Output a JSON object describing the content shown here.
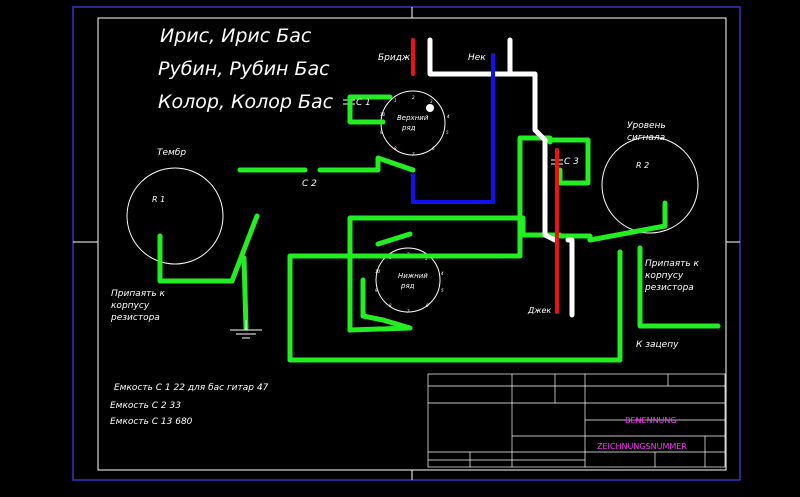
{
  "titles": {
    "line1": "Ирис, Ирис Бас",
    "line2": "Рубин, Рубин Бас",
    "line3": "Колор, Колор Бас"
  },
  "labels": {
    "bridge": "Бридж",
    "neck": "Нек",
    "c1": "C 1",
    "c2": "C 2",
    "c3": "C 3",
    "upper_row_1": "Верхний",
    "upper_row_2": "ряд",
    "lower_row_1": "Нижний",
    "lower_row_2": "ряд",
    "tone": "Тембр",
    "r1": "R 1",
    "r2": "R 2",
    "level_1": "Уровень",
    "level_2": "сигнала",
    "solder_left_1": "Припаять к",
    "solder_left_2": "корпусу",
    "solder_left_3": "резистора",
    "solder_right_1": "Припаять к",
    "solder_right_2": "корпусу",
    "solder_right_3": "резистора",
    "jack": "Джек",
    "to_clip": "К зацепу"
  },
  "notes": {
    "cap1": "Емкость C 1 22 для бас гитар 47",
    "cap2": "Емкость C 2 33",
    "cap3": "Емкость C 13 680"
  },
  "title_block": {
    "benennung": "BENENNUNG",
    "zeichnungsnummer": "ZEICHNUNGSNUMMER"
  },
  "colors": {
    "green": "#22ee22",
    "red": "#ee1111",
    "blue": "#1111ee",
    "white": "#ffffff",
    "frame": "#3333cc",
    "title_block": "#ff33ff"
  }
}
